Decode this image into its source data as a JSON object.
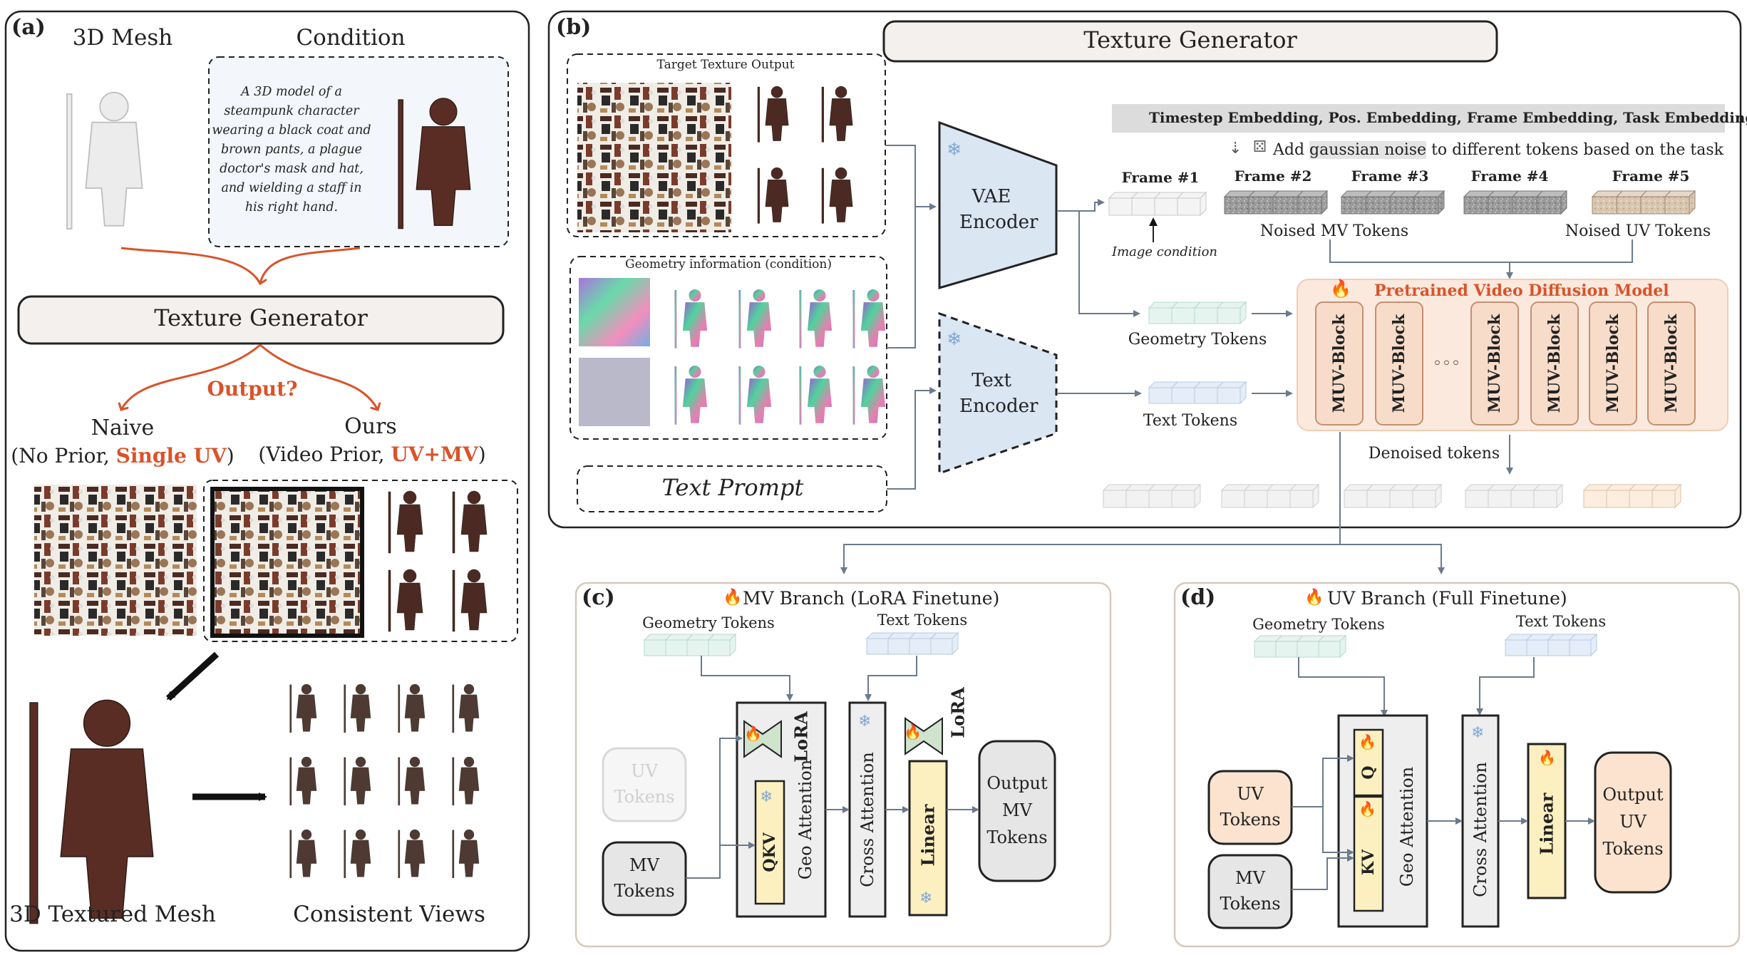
{
  "colors": {
    "accent_orange": "#d9532a",
    "panel_border": "#222222",
    "diffusion_bg": "#fbe9dd",
    "frozen_encoder": "#dbe6f3",
    "linear_yellow": "#fdf0c0",
    "lora_green": "#cfe3cd",
    "uv_orange": "#fbe3cf",
    "mv_gray": "#e6e6e6"
  },
  "panel_a": {
    "label": "(a)",
    "mesh_title": "3D Mesh",
    "condition_title": "Condition",
    "condition_text": [
      "A 3D model of a",
      "steampunk character",
      "wearing a black coat and",
      "brown pants, a plague",
      "doctor's mask and hat,",
      "and wielding a staff in",
      "his right hand."
    ],
    "generator": "Texture Generator",
    "output_q": "Output?",
    "naive": "Naive",
    "naive_sub_a": "(No Prior, ",
    "naive_sub_b": "Single UV",
    "naive_sub_c": ")",
    "ours": "Ours",
    "ours_sub_a": "(Video Prior, ",
    "ours_sub_b": "UV+MV",
    "ours_sub_c": ")",
    "textured": "3D Textured Mesh",
    "consistent": "Consistent Views"
  },
  "panel_b": {
    "label": "(b)",
    "title": "Texture Generator",
    "target_label": "Target Texture Output",
    "geometry_label": "Geometry information (condition)",
    "text_prompt": "Text Prompt",
    "vae": [
      "VAE",
      "Encoder"
    ],
    "text_enc": [
      "Text",
      "Encoder"
    ],
    "embedding": "Timestep Embedding,  Pos. Embedding, Frame Embedding, Task Embedding",
    "noise_pre": "Add ",
    "noise_hl": "gaussian noise",
    "noise_post": " to different tokens based on the task",
    "frames": [
      "Frame #1",
      "Frame #2",
      "Frame #3",
      "Frame #4",
      "Frame #5"
    ],
    "image_condition": "Image condition",
    "noised_mv": "Noised MV Tokens",
    "noised_uv": "Noised UV Tokens",
    "geometry_tokens": "Geometry Tokens",
    "text_tokens": "Text Tokens",
    "pretrained": "Pretrained Video Diffusion Model",
    "muv_block": "MUV-Block",
    "ellipsis": "◦◦◦",
    "denoised": "Denoised tokens"
  },
  "panel_c": {
    "label": "(c)",
    "title": "MV Branch (LoRA Finetune)",
    "geometry_tokens": "Geometry Tokens",
    "text_tokens": "Text Tokens",
    "uv_tokens": [
      "UV",
      "Tokens"
    ],
    "mv_tokens": [
      "MV",
      "Tokens"
    ],
    "qkv": "QKV",
    "lora": "LoRA",
    "geo_attention": "Geo Attention",
    "cross_attention": "Cross Attention",
    "linear": "Linear",
    "output": [
      "Output",
      "MV",
      "Tokens"
    ]
  },
  "panel_d": {
    "label": "(d)",
    "title": "UV Branch (Full Finetune)",
    "geometry_tokens": "Geometry Tokens",
    "text_tokens": "Text Tokens",
    "uv_tokens": [
      "UV",
      "Tokens"
    ],
    "mv_tokens": [
      "MV",
      "Tokens"
    ],
    "q": "Q",
    "kv": "KV",
    "geo_attention": "Geo Attention",
    "cross_attention": "Cross Attention",
    "linear": "Linear",
    "output": [
      "Output",
      "UV",
      "Tokens"
    ]
  },
  "icons": [
    "snowflake-icon",
    "fire-icon",
    "dice-icon",
    "lora-bowtie-icon"
  ]
}
